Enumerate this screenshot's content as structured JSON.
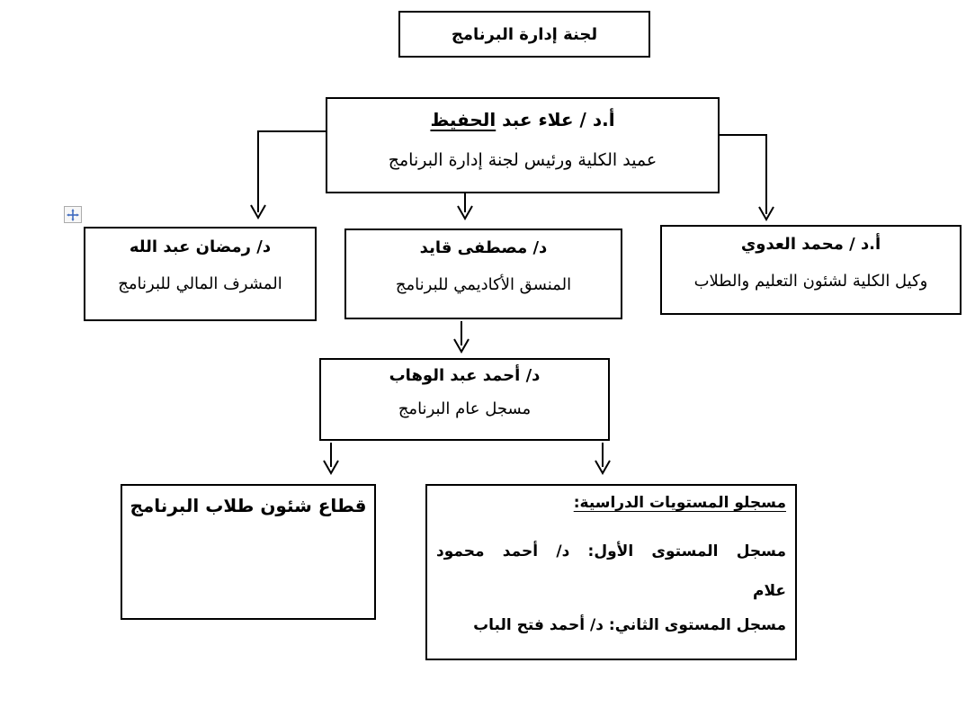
{
  "colors": {
    "background": "#ffffff",
    "box_border": "#000000",
    "text": "#000000",
    "connector_line": "#000000",
    "anchor_blue": "#3f6bbf"
  },
  "icons": {
    "move_anchor": "move-anchor-icon"
  },
  "nodes": {
    "committee": {
      "title": "لجنة إدارة البرنامج"
    },
    "dean": {
      "name_prefix": "أ.د / علاء عبد ",
      "name_underlined": "الحفيظ",
      "role": "عميد الكلية ورئيس لجنة إدارة البرنامج"
    },
    "financial_supervisor": {
      "name": "د/ رمضان عبد الله",
      "role": "المشرف المالي للبرنامج"
    },
    "academic_coordinator": {
      "name": "د/ مصطفى قايد",
      "role": "المنسق الأكاديمي للبرنامج"
    },
    "vice_dean": {
      "name": "أ.د / محمد العدوي",
      "role": "وكيل الكلية لشئون التعليم والطلاب"
    },
    "general_registrar": {
      "name": "د/ أحمد عبد الوهاب",
      "role": "مسجل عام البرنامج"
    },
    "students_affairs": {
      "title": "قطاع شئون طلاب البرنامج"
    },
    "level_registrars": {
      "heading": "مسجلو المستويات الدراسية:",
      "line1": "مسجل المستوى الأول: د/ أحمد محمود",
      "line1_wrap": "علام",
      "line2": "مسجل المستوى الثاني: د/ أحمد فتح الباب"
    }
  },
  "edges": [
    {
      "from": "dean",
      "to": "financial_supervisor"
    },
    {
      "from": "dean",
      "to": "academic_coordinator"
    },
    {
      "from": "dean",
      "to": "vice_dean"
    },
    {
      "from": "academic_coordinator",
      "to": "general_registrar"
    },
    {
      "from": "general_registrar",
      "to": "students_affairs"
    },
    {
      "from": "general_registrar",
      "to": "level_registrars"
    }
  ]
}
